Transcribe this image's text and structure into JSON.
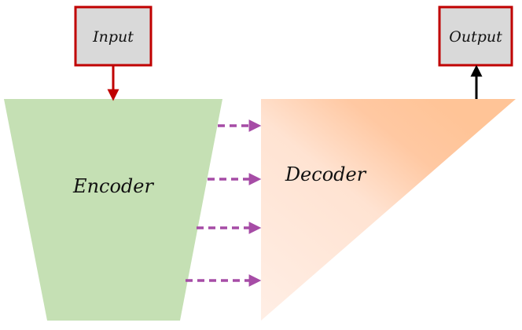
{
  "labels": {
    "input": "Input",
    "output": "Output",
    "encoder": "Encoder",
    "decoder": "Decoder"
  },
  "colors": {
    "encoder_fill": "#c5e0b4",
    "decoder_fill_light": "#ffe6d8",
    "decoder_fill_dark": "#ffc59a",
    "box_fill": "#d9d9d9",
    "box_border": "#c00000",
    "input_arrow": "#c00000",
    "output_arrow": "#000000",
    "skip_arrow": "#a64ca6"
  },
  "skip_connection_count": 4
}
